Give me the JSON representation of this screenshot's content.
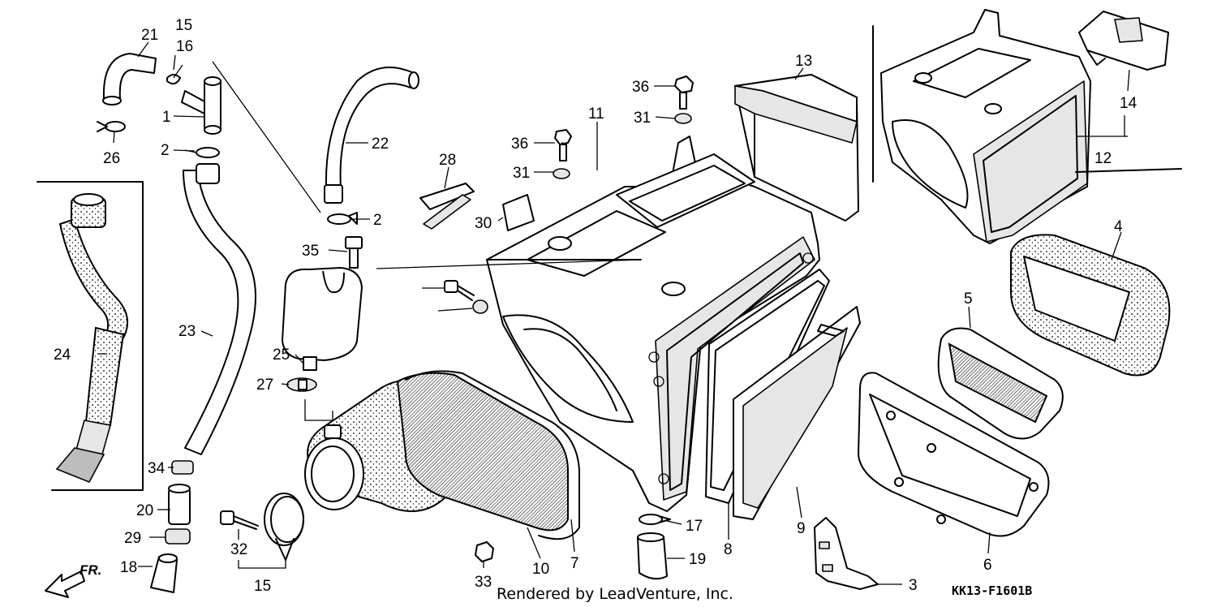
{
  "diagram": {
    "callouts": [
      "21",
      "15",
      "16",
      "1",
      "2",
      "26",
      "22",
      "24",
      "23",
      "2",
      "35",
      "25",
      "27",
      "34",
      "20",
      "29",
      "18",
      "32",
      "15",
      "36",
      "31",
      "28",
      "30",
      "11",
      "36",
      "31",
      "13",
      "12",
      "14",
      "4",
      "5",
      "6",
      "9",
      "8",
      "7",
      "10",
      "17",
      "19",
      "33",
      "3"
    ],
    "credit": "Rendered by LeadVenture, Inc.",
    "code": "KK13-F1601B",
    "direction": "FR."
  }
}
